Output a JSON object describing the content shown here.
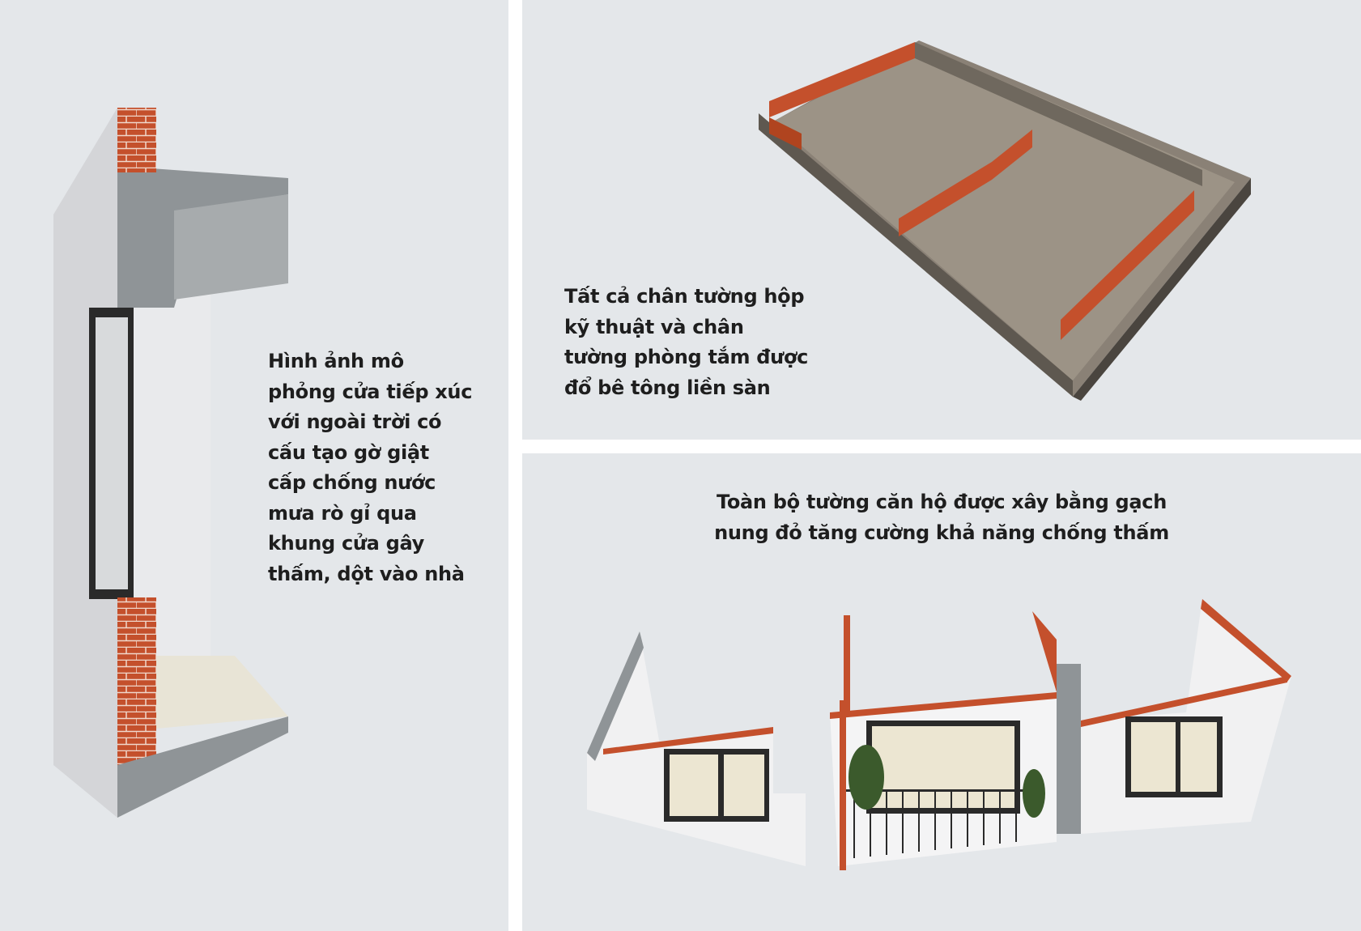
{
  "panels": {
    "door_section": {
      "caption": [
        "Hình ảnh mô",
        "phỏng cửa tiếp xúc",
        "với ngoài trời có",
        "cấu tạo gờ giật",
        "cấp chống nước",
        "mưa rò gỉ qua",
        "khung cửa gây",
        "thấm, dột vào nhà"
      ]
    },
    "floor_plan": {
      "caption": [
        "Tất cả chân tường hộp",
        "kỹ thuật và chân",
        "tường phòng tắm được",
        "đổ bê tông liền sàn"
      ]
    },
    "apartment_walls": {
      "caption": [
        "Toàn bộ tường căn hộ được xây bằng gạch",
        "nung đỏ tăng cường khả năng chống thấm"
      ]
    }
  },
  "colors": {
    "panel_bg": "#e4e7ea",
    "brick": "#c4502c",
    "concrete": "#8a8176",
    "wall": "#f2f2f3",
    "text": "#1e1e1e"
  }
}
